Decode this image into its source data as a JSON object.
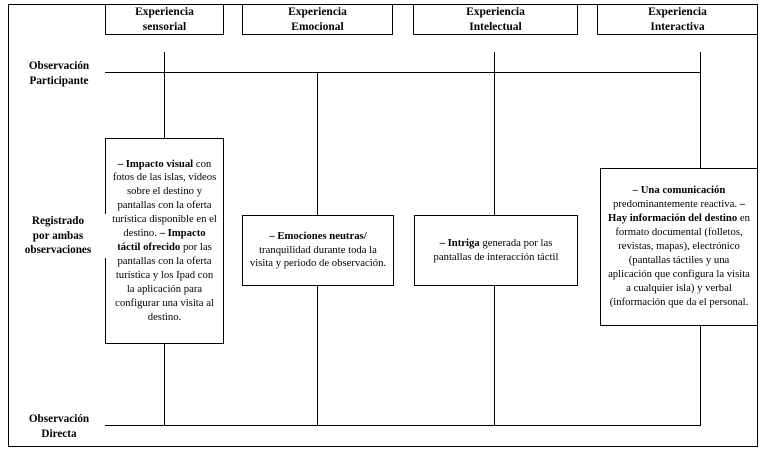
{
  "figure": {
    "type": "matrix-diagram",
    "columns": [
      {
        "id": "sensorial",
        "label_line1": "Experiencia",
        "label_line2": "sensorial"
      },
      {
        "id": "emocional",
        "label_line1": "Experiencia",
        "label_line2": "Emocional"
      },
      {
        "id": "intelectual",
        "label_line1": "Experiencia",
        "label_line2": "Intelectual"
      },
      {
        "id": "interactiva",
        "label_line1": "Experiencia",
        "label_line2": "Interactiva"
      }
    ],
    "rows": [
      {
        "id": "observacion-participante",
        "label_line1": "Observación",
        "label_line2": "Participante",
        "label_line3": ""
      },
      {
        "id": "registrado-por-ambas",
        "label_line1": "Registrado",
        "label_line2": "por ambas",
        "label_line3": "observaciones"
      },
      {
        "id": "observacion-directa",
        "label_line1": "Observación",
        "label_line2": "Directa",
        "label_line3": ""
      }
    ],
    "cells": [
      {
        "id": "cell-sensorial",
        "column": "sensorial",
        "segments": [
          {
            "text": "– Impacto visual ",
            "bold": true
          },
          {
            "text": "con fotos de las islas, vídeos sobre el destino y pantallas con la oferta turística disponible en el destino.",
            "bold": false
          },
          {
            "text": " – Impacto táctil ofrecido ",
            "bold": true
          },
          {
            "text": "por las pantallas con la oferta turística y los Ipad con la aplicación para configurar una visita al destino.",
            "bold": false
          }
        ]
      },
      {
        "id": "cell-emocional",
        "column": "emocional",
        "segments": [
          {
            "text": "– Emociones neutras/ ",
            "bold": true
          },
          {
            "text": "tranquilidad durante toda la visita y periodo de observación.",
            "bold": false
          }
        ]
      },
      {
        "id": "cell-intelectual",
        "column": "intelectual",
        "segments": [
          {
            "text": "– Intriga ",
            "bold": true
          },
          {
            "text": "generada por las pantallas de interacción táctil",
            "bold": false
          }
        ]
      },
      {
        "id": "cell-interactiva",
        "column": "interactiva",
        "segments": [
          {
            "text": "– Una comunicación ",
            "bold": true
          },
          {
            "text": "predominantemente reactiva.",
            "bold": false
          },
          {
            "text": " – Hay información del destino ",
            "bold": true
          },
          {
            "text": "en formato documental (folletos, revistas, mapas), electrónico (pantallas táctiles y una aplicación que configura la visita a cualquier isla) y verbal (información que da el personal.",
            "bold": false
          }
        ]
      }
    ],
    "colors": {
      "line": "#000000",
      "background": "#ffffff",
      "text": "#000000"
    }
  }
}
